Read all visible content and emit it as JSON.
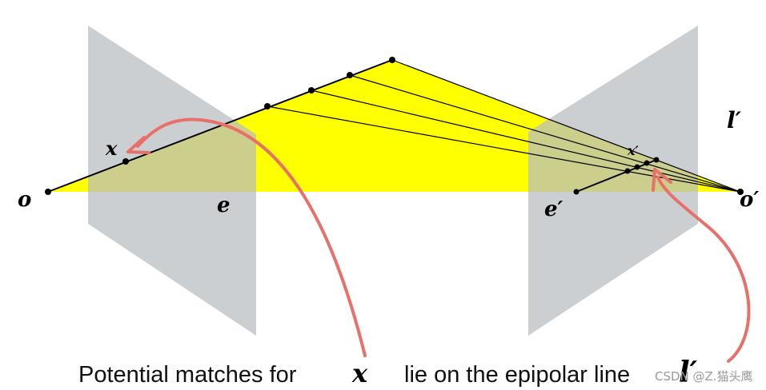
{
  "labels": {
    "left_center": "o",
    "left_point": "x",
    "left_epipole": "e",
    "right_center": "o′",
    "right_epipole": "e′",
    "right_epipolar_line": "l′",
    "right_candidate": "x′"
  },
  "caption": {
    "prefix": "Potential matches for",
    "symbol": "x",
    "suffix": "lie on the epipolar line",
    "line_symbol": "l′"
  },
  "watermark": "CSDN @Z.猫头鹰",
  "colors": {
    "epipolar_plane": "#ffff00",
    "image_plane": "#b9bcc0",
    "arrow": "#e8706a",
    "point": "#000000"
  }
}
